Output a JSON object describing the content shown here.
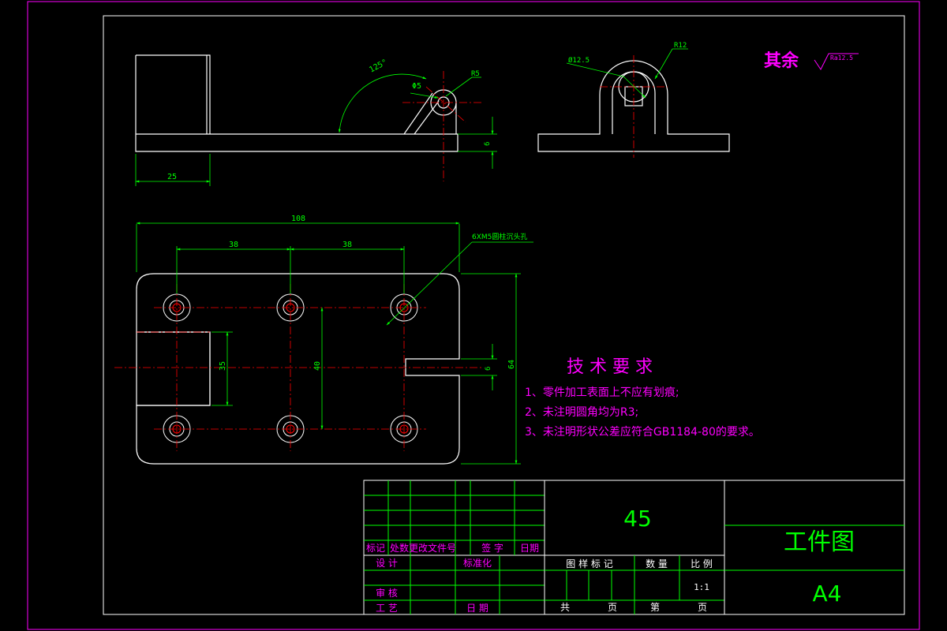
{
  "drawing": {
    "surface_finish": {
      "prefix": "其余",
      "value": "Ra12.5"
    },
    "top_view": {
      "dim_width_left": "25",
      "dim_angle": "125°",
      "dim_hole": "Φ5",
      "dim_radius": "R5",
      "dim_thickness": "6"
    },
    "side_view": {
      "dim_diameter": "Ø12.5",
      "dim_radius": "R12"
    },
    "plan_view": {
      "dim_total": "108",
      "dim_spacing_1": "38",
      "dim_spacing_2": "38",
      "dim_height": "64",
      "dim_slot": "6",
      "dim_hole_pitch": "40",
      "dim_cutout": "35",
      "hole_callout": "6XM5圆柱沉头孔"
    },
    "technical_requirements": {
      "title": "技 术 要 求",
      "items": [
        "1、零件加工表面上不应有划痕;",
        "2、未注明圆角均为R3;",
        "3、未注明形状公差应符合GB1184-80的要求。"
      ]
    }
  },
  "title_block": {
    "material": "45",
    "drawing_name": "工件图",
    "sheet_size": "A4",
    "headers": [
      "标记",
      "处数",
      "更改文件号",
      "签 字",
      "日期"
    ],
    "design": "设 计",
    "standardization": "标准化",
    "review": "审 核",
    "process": "工 艺",
    "date": "日 期",
    "pattern_mark": "图 样 标 记",
    "quantity": "数 量",
    "scale_label": "比 例",
    "scale_value": "1:1",
    "total_sheets": "共",
    "sheet_unit_1": "页",
    "sheet_no": "第",
    "sheet_unit_2": "页"
  },
  "colors": {
    "outline": "#ffffff",
    "dimension": "#00ff00",
    "centerline": "#ff0000",
    "annotation": "#ff00ff",
    "frame": "#ff00ff",
    "title_block": "#00ff00"
  }
}
